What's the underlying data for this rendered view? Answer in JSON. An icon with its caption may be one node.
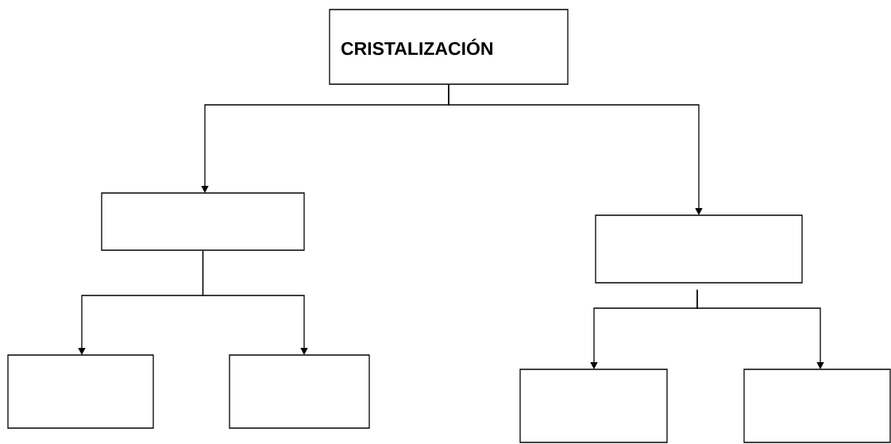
{
  "diagram": {
    "nodes": [
      {
        "text": [
          "CRISTALIZACIÓN"
        ]
      },
      {
        "text": [],
        "shape": "box"
      },
      {
        "text": [],
        "shape": "box"
      },
      {
        "text": [],
        "shape": "box"
      },
      {
        "text": [],
        "shape": "box"
      },
      {
        "text": [],
        "shape": "box"
      },
      {
        "text": [],
        "shape": "box"
      }
    ],
    "edges": [
      {
        "from": 0,
        "to": 1,
        "arrow": "to"
      },
      {
        "from": 0,
        "to": 2,
        "arrow": "to"
      },
      {
        "from": 1,
        "to": 3,
        "arrow": "to"
      },
      {
        "from": 1,
        "to": 4,
        "arrow": "to"
      },
      {
        "from": 2,
        "to": 5,
        "arrow": "to"
      },
      {
        "from": 2,
        "to": 6,
        "arrow": "to"
      }
    ]
  }
}
